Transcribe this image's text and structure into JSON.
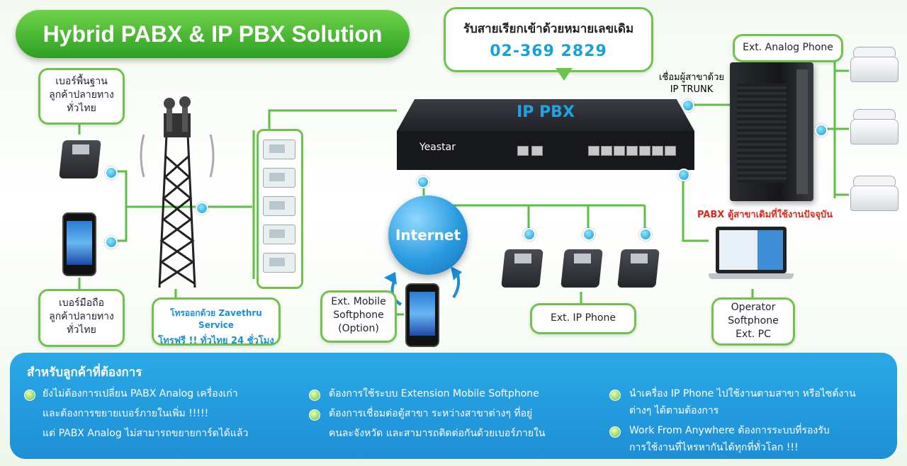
{
  "title": "Hybrid PABX & IP PBX Solution",
  "hotline": {
    "text": "รับสายเรียกเข้าด้วยหมายเลขเดิม",
    "number": "02-369 2829"
  },
  "ip_pbx": {
    "label": "IP PBX",
    "brand": "Yeastar"
  },
  "internet_label": "Internet",
  "landline_box": {
    "line1": "เบอร์พื้นฐาน",
    "line2": "ลูกค้าปลายทาง",
    "line3": "ทั่วไทย"
  },
  "mobile_box": {
    "line1": "เบอร์มือถือ",
    "line2": "ลูกค้าปลายทาง",
    "line3": "ทั่วไทย"
  },
  "zavethru_box": {
    "line1": "โทรออกด้วย Zavethru Service",
    "line2": "โทรฟรี !! ทั่วไทย 24 ชั่วโมง"
  },
  "mobile_softphone_box": {
    "line1": "Ext. Mobile",
    "line2": "Softphone",
    "line3": "(Option)"
  },
  "ip_phone_box": "Ext. IP Phone",
  "analog_phone_box": "Ext. Analog Phone",
  "ip_trunk_label": {
    "line1": "เชื่อมผู้สาขาด้วย",
    "line2": "IP TRUNK"
  },
  "pabx_caption": "PABX ตู้สาขาเดิมที่ใช้งานปัจจุบัน",
  "operator_box": {
    "line1": "Operator",
    "line2": "Softphone",
    "line3": "Ext. PC"
  },
  "bottom_panel": {
    "title": "สำหรับลูกค้าที่ต้องการ",
    "col1": [
      "ยังไม่ต้องการเปลี่ยน PABX Analog เครื่องเก่า",
      "และต้องการขยายเบอร์ภายในเพิ่ม !!!!!",
      "แต่ PABX Analog ไม่สามารถขยายการ์ดได้แล้ว"
    ],
    "col2": [
      "ต้องการใช้ระบบ Extension Mobile Softphone",
      "ต้องการเชื่อมต่อตู้สาขา ระหว่างสาขาต่างๆ ที่อยู่",
      "คนละจังหวัด และสามารถติดต่อกันด้วยเบอร์ภายใน"
    ],
    "col3": [
      "นำเครื่อง IP Phone ไปใช้งานตามสาขา หรือไซต์งาน",
      "ต่างๆ ได้ตามต้องการ",
      "Work From Anywhere ต้องการระบบที่รองรับ",
      "การใช้งานที่ไหรหากันได้ทุกที่ทั่วโลก !!!"
    ]
  },
  "colors": {
    "accent_green": "#6ec44a",
    "title_green": "#2e9f22",
    "phone_blue": "#1aa0d8",
    "panel_blue": "#1e8fd6",
    "caption_red": "#e1261c"
  },
  "icons": [
    "cell-tower-icon",
    "sim-card-icon",
    "desk-phone-icon",
    "mobile-phone-icon",
    "analog-phone-icon",
    "pabx-cabinet-icon",
    "laptop-icon",
    "globe-icon",
    "sync-arrows-icon"
  ]
}
